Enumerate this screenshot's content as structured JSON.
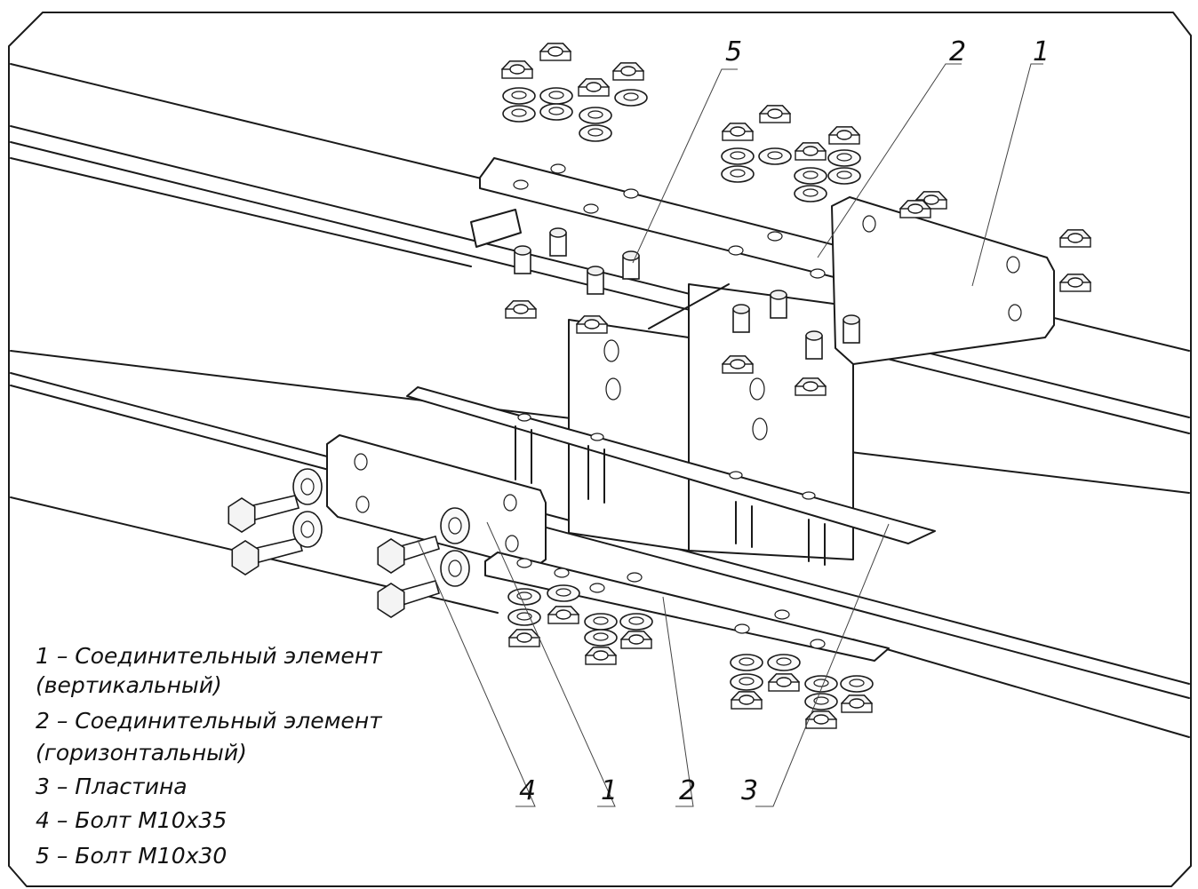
{
  "callouts_top": [
    "5",
    "2",
    "1"
  ],
  "callouts_bottom": [
    "4",
    "1",
    "2",
    "3"
  ],
  "legend": [
    "1 – Соединительный элемент",
    "(вертикальный)",
    "2 – Соединительный элемент",
    "(горизонтальный)",
    "3 – Пластина",
    "4 – Болт М10х35",
    "5 – Болт М10х30"
  ]
}
